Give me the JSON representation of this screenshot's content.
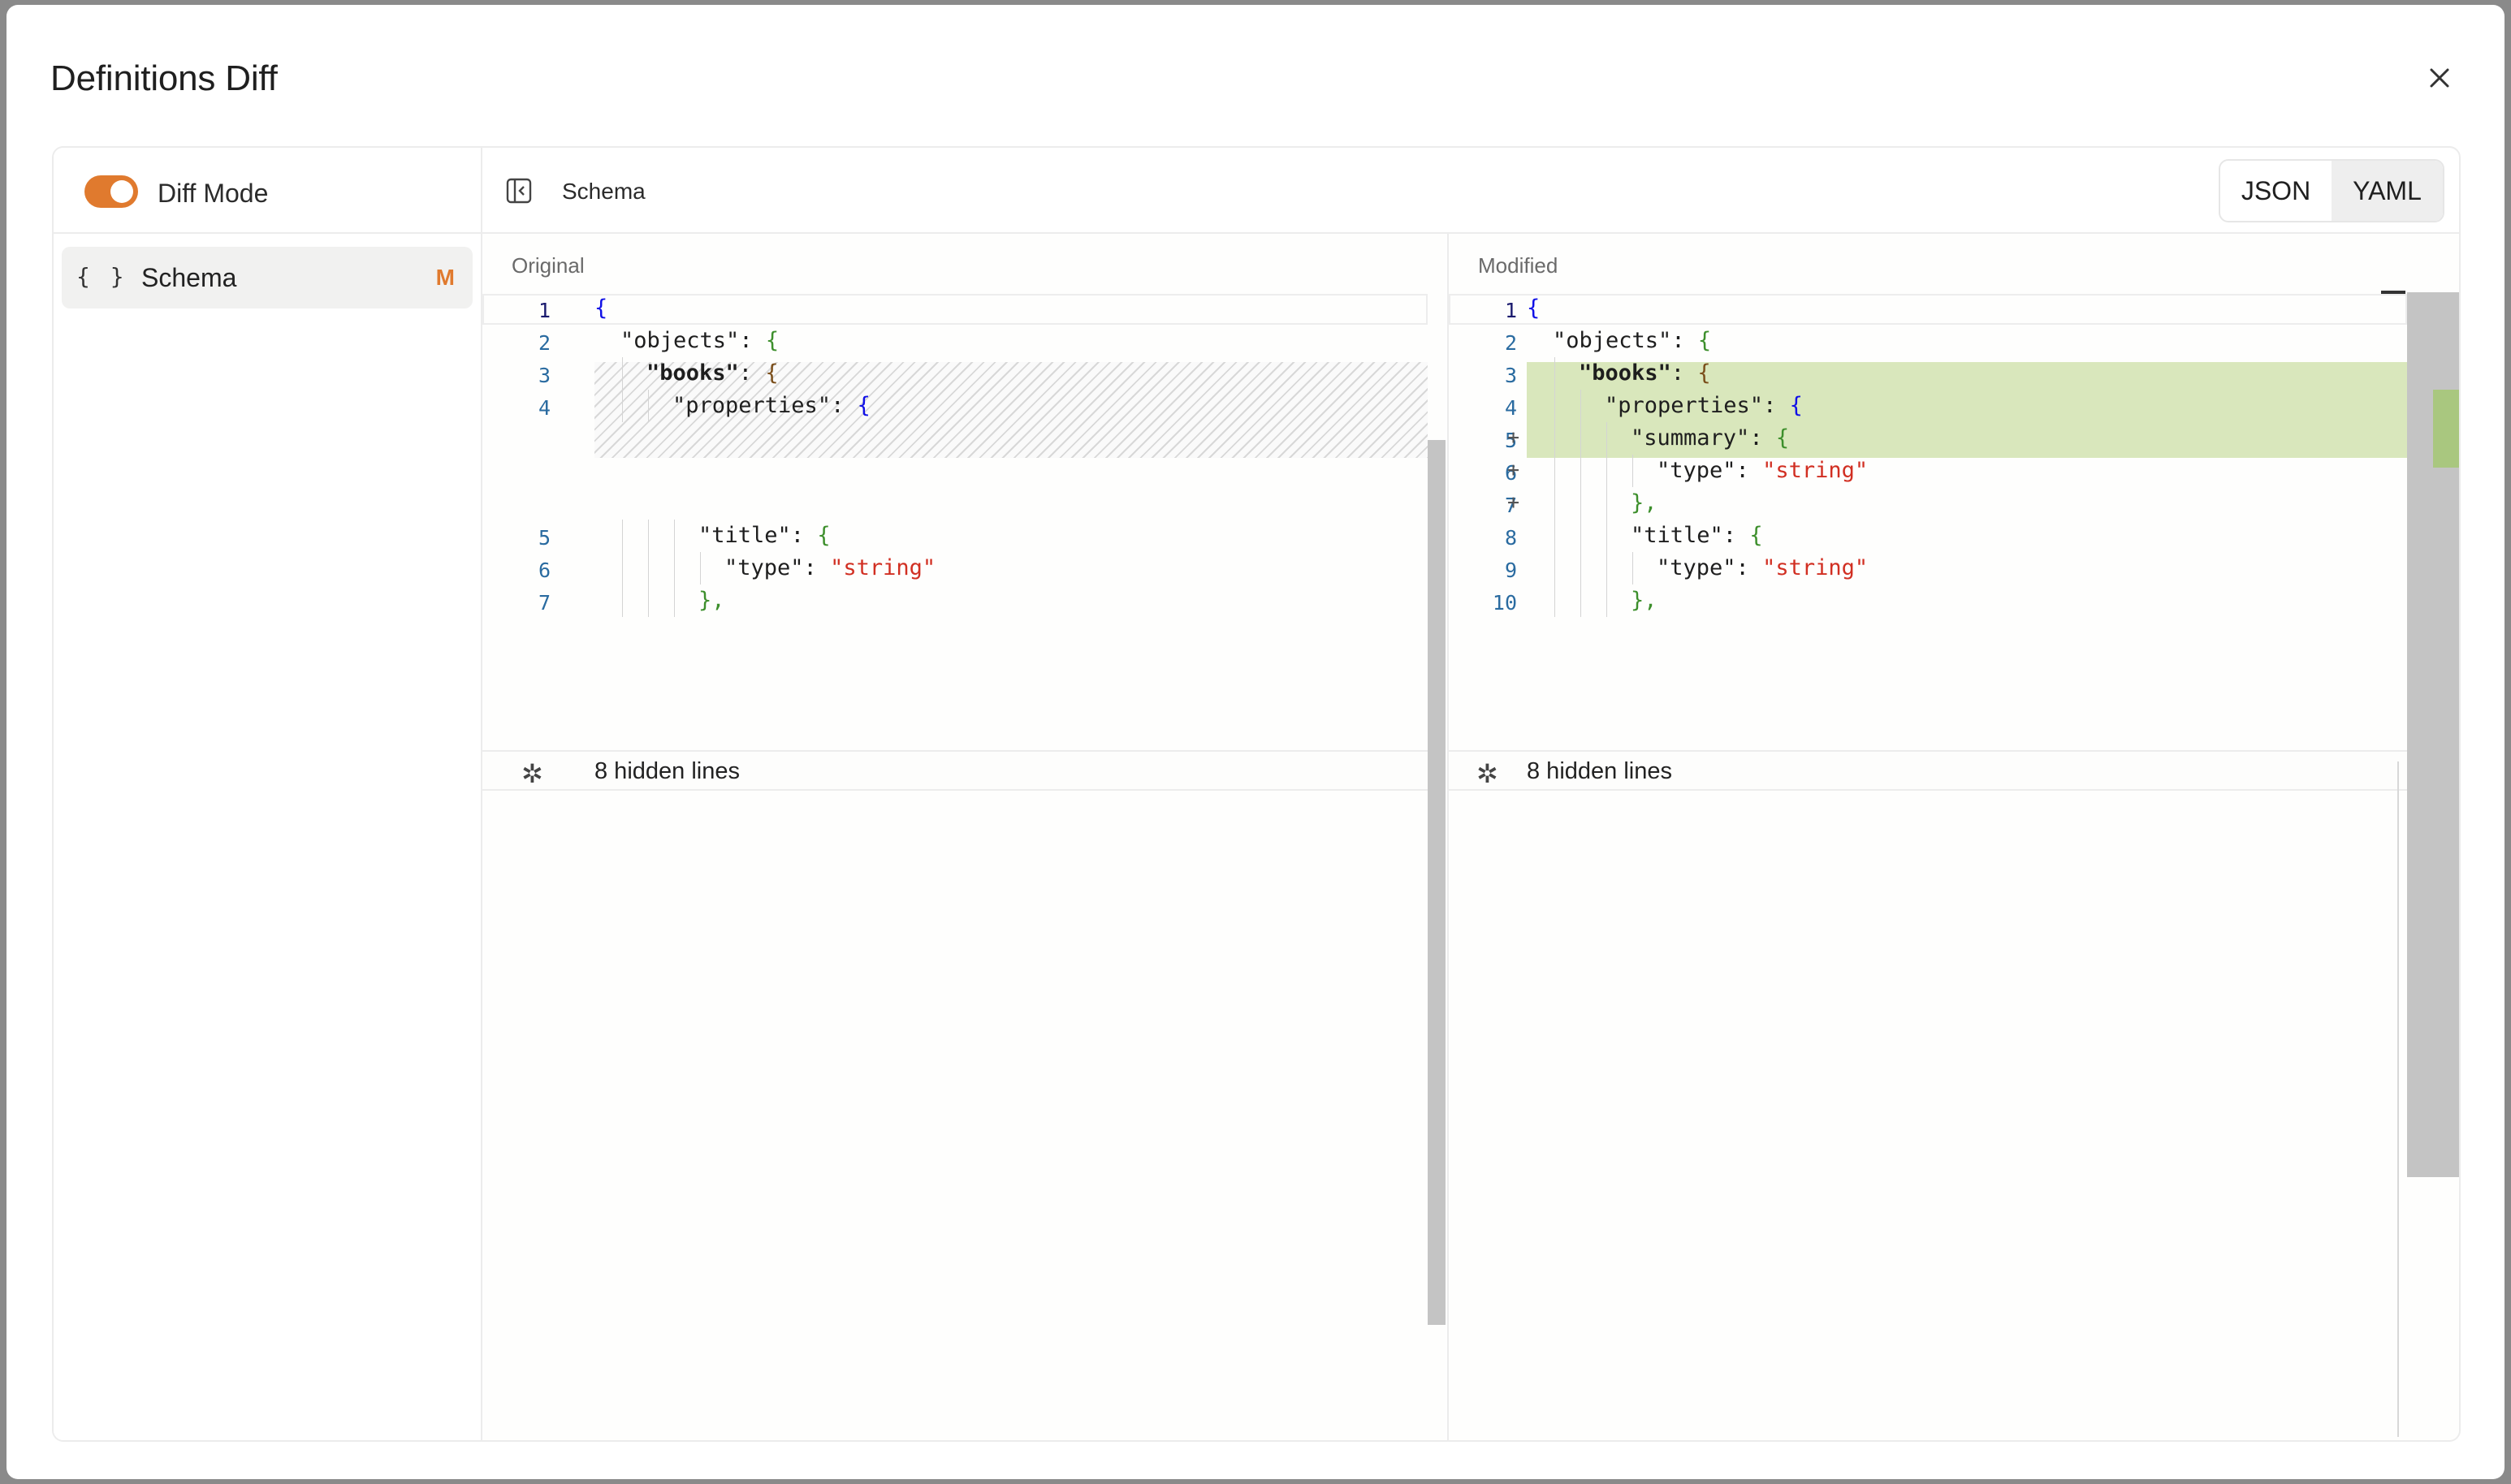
{
  "modal": {
    "title": "Definitions Diff",
    "close_icon": "close-icon"
  },
  "sidebar": {
    "toggle_label": "Diff Mode",
    "toggle_on": true,
    "items": [
      {
        "icon": "{ }",
        "label": "Schema",
        "badge": "M"
      }
    ]
  },
  "header": {
    "title": "Schema",
    "collapse_icon": "sidebar-collapse-icon",
    "formats": [
      {
        "label": "JSON",
        "active": false
      },
      {
        "label": "YAML",
        "active": true
      }
    ]
  },
  "original": {
    "label": "Original",
    "line_numbers": [
      "1",
      "2",
      "3",
      "4",
      "5",
      "6",
      "7"
    ],
    "hidden_text": "8 hidden lines"
  },
  "modified": {
    "label": "Modified",
    "line_numbers": [
      "1",
      "2",
      "3",
      "4",
      "5",
      "6",
      "7",
      "8",
      "9",
      "10"
    ],
    "added_marker": "+",
    "hidden_text": "8 hidden lines"
  },
  "code": {
    "open_brace": "{",
    "objects_key": "\"objects\"",
    "books_key": "\"books\"",
    "properties_key": "\"properties\"",
    "summary_key": "\"summary\"",
    "title_key": "\"title\"",
    "type_key": "\"type\"",
    "string_val": "\"string\"",
    "colon": ": ",
    "close_comma": "},"
  },
  "colors": {
    "accent": "#e07a2e",
    "added_bg": "#d9e7bc",
    "line_number": "#2a6ba0",
    "string": "#d12f22"
  }
}
